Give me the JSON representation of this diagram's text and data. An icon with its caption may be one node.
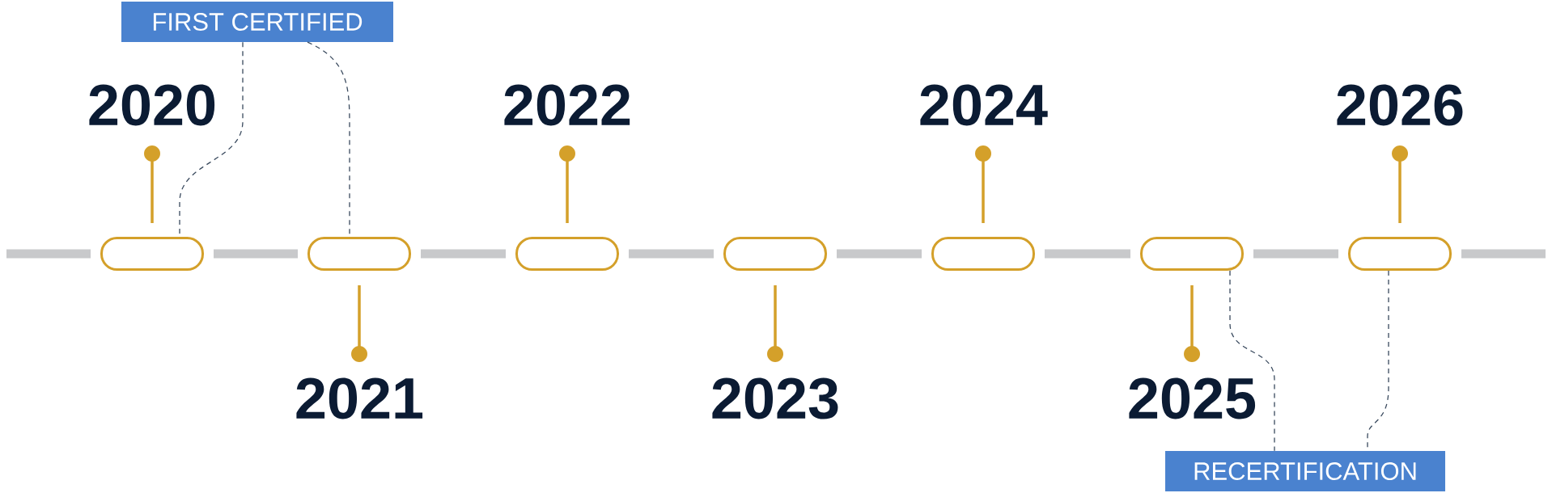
{
  "diagram": {
    "nodes": [
      {
        "text": [
          "FIRST CERTIFIED"
        ]
      },
      {
        "text": [],
        "shape": "box"
      },
      {
        "text": [],
        "shape": "box"
      },
      {
        "text": [],
        "shape": "box"
      },
      {
        "text": [],
        "shape": "box"
      },
      {
        "text": [],
        "shape": "box"
      },
      {
        "text": [],
        "shape": "box"
      },
      {
        "text": [],
        "shape": "box"
      },
      {
        "text": [
          "RECERTIFICATION"
        ]
      }
    ],
    "edges": [
      {
        "from": 0,
        "to": 1,
        "arrow": "none",
        "style": "dashed",
        "color": "#3a4a5e"
      },
      {
        "from": 0,
        "to": 2,
        "arrow": "none",
        "style": "dashed",
        "color": "#3a4a5e"
      },
      {
        "from": null,
        "to": 1,
        "arrow": "none"
      },
      {
        "from": 1,
        "to": 2,
        "arrow": "none"
      },
      {
        "from": 2,
        "to": 3,
        "arrow": "none"
      },
      {
        "from": 3,
        "to": 4,
        "arrow": "none"
      },
      {
        "from": 4,
        "to": 5,
        "arrow": "none"
      },
      {
        "from": 5,
        "to": 6,
        "arrow": "none"
      },
      {
        "from": 6,
        "to": 7,
        "arrow": "none"
      },
      {
        "from": 7,
        "to": null,
        "arrow": "none"
      },
      {
        "from": 6,
        "to": 8,
        "arrow": "none",
        "style": "dashed",
        "color": "#3a4a5e"
      },
      {
        "from": 7,
        "to": 8,
        "arrow": "none",
        "style": "dashed",
        "color": "#3a4a5e"
      }
    ],
    "labels": [
      "2020",
      "2021",
      "2022",
      "2023",
      "2024",
      "2025",
      "2026"
    ]
  }
}
